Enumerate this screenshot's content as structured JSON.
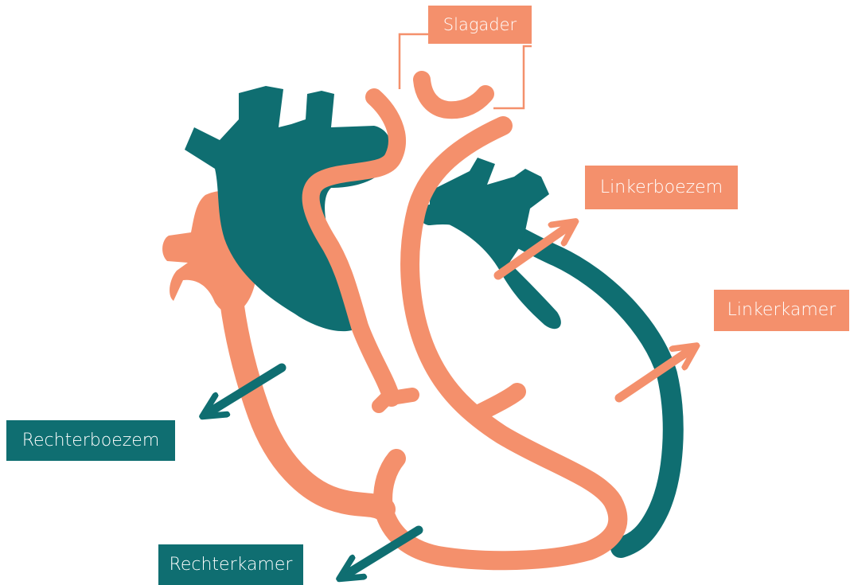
{
  "colors": {
    "salmon": "#f4906c",
    "teal": "#0f6e71",
    "background": "#ffffff"
  },
  "labels": {
    "slagader": "Slagader",
    "linkerboezem": "Linkerboezem",
    "linkerkamer": "Linkerkamer",
    "rechterboezem": "Rechterboezem",
    "rechterkamer": "Rechterkamer"
  }
}
